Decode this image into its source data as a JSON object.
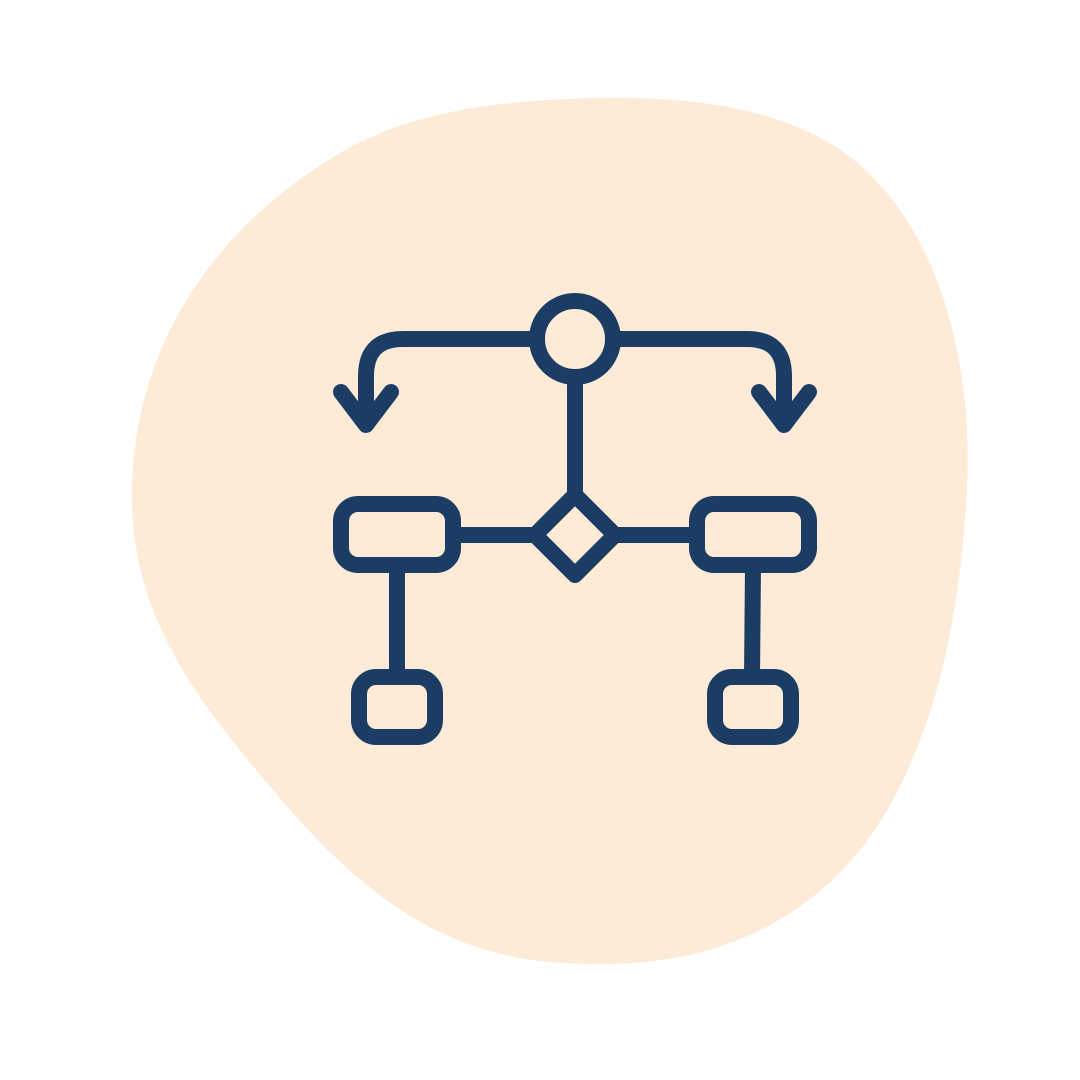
{
  "colors": {
    "background": "#ffffff",
    "blob": "#fdebd7",
    "icon": "#1b3d64"
  },
  "illustration": {
    "icon": "flowchart-icon",
    "nodes": [
      "start-circle",
      "decision-diamond",
      "left-process-box",
      "right-process-box",
      "left-output-box",
      "right-output-box"
    ],
    "arrows": [
      "left-down-arrow",
      "right-down-arrow"
    ]
  }
}
